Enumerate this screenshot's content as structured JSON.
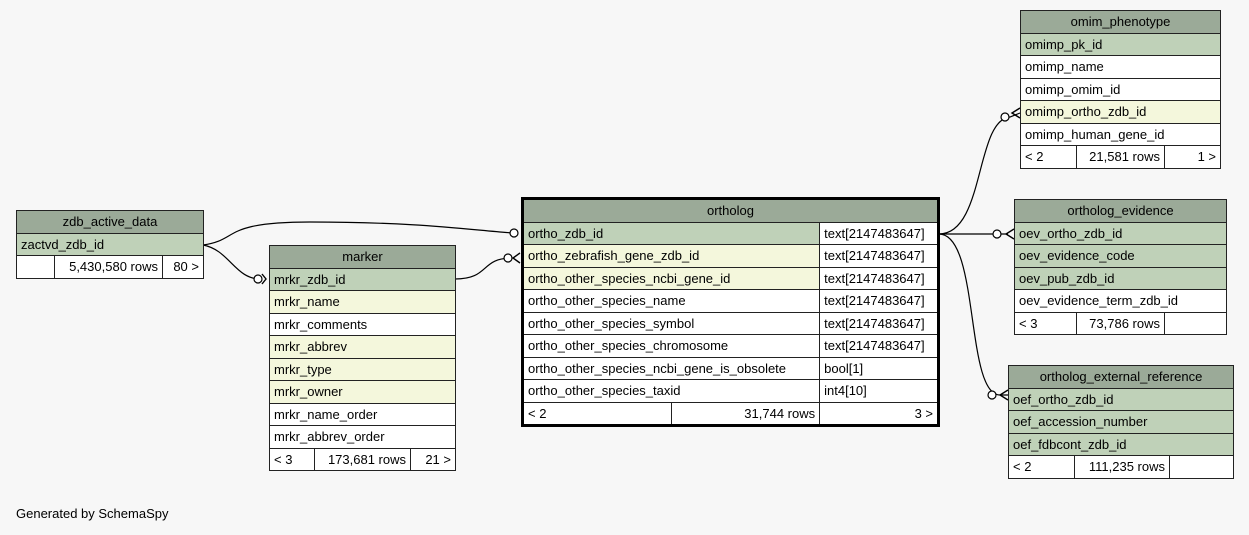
{
  "footer": "Generated by SchemaSpy",
  "colors": {
    "background": "#f7f7f7",
    "header": "#9baa98",
    "primary_key_row": "#bfd1b8",
    "foreign_key_row": "#f4f7dc",
    "plain_row": "#ffffff"
  },
  "tables": {
    "zdb_active_data": {
      "name": "zdb_active_data",
      "columns": [
        {
          "name": "zactvd_zdb_id",
          "kind": "pk"
        }
      ],
      "footer": {
        "parents": "",
        "rows": "5,430,580 rows",
        "children": "80 >"
      }
    },
    "marker": {
      "name": "marker",
      "columns": [
        {
          "name": "mrkr_zdb_id",
          "kind": "pk"
        },
        {
          "name": "mrkr_name",
          "kind": "fk"
        },
        {
          "name": "mrkr_comments",
          "kind": "plain"
        },
        {
          "name": "mrkr_abbrev",
          "kind": "fk"
        },
        {
          "name": "mrkr_type",
          "kind": "fk"
        },
        {
          "name": "mrkr_owner",
          "kind": "fk"
        },
        {
          "name": "mrkr_name_order",
          "kind": "plain"
        },
        {
          "name": "mrkr_abbrev_order",
          "kind": "plain"
        }
      ],
      "footer": {
        "parents": "< 3",
        "rows": "173,681 rows",
        "children": "21 >"
      }
    },
    "ortholog": {
      "name": "ortholog",
      "columns": [
        {
          "name": "ortho_zdb_id",
          "type": "text[2147483647]",
          "kind": "pk"
        },
        {
          "name": "ortho_zebrafish_gene_zdb_id",
          "type": "text[2147483647]",
          "kind": "fk"
        },
        {
          "name": "ortho_other_species_ncbi_gene_id",
          "type": "text[2147483647]",
          "kind": "fk"
        },
        {
          "name": "ortho_other_species_name",
          "type": "text[2147483647]",
          "kind": "plain"
        },
        {
          "name": "ortho_other_species_symbol",
          "type": "text[2147483647]",
          "kind": "plain"
        },
        {
          "name": "ortho_other_species_chromosome",
          "type": "text[2147483647]",
          "kind": "plain"
        },
        {
          "name": "ortho_other_species_ncbi_gene_is_obsolete",
          "type": "bool[1]",
          "kind": "plain"
        },
        {
          "name": "ortho_other_species_taxid",
          "type": "int4[10]",
          "kind": "plain"
        }
      ],
      "footer": {
        "parents": "< 2",
        "rows": "31,744 rows",
        "children": "3 >"
      }
    },
    "omim_phenotype": {
      "name": "omim_phenotype",
      "columns": [
        {
          "name": "omimp_pk_id",
          "kind": "pk"
        },
        {
          "name": "omimp_name",
          "kind": "plain"
        },
        {
          "name": "omimp_omim_id",
          "kind": "plain"
        },
        {
          "name": "omimp_ortho_zdb_id",
          "kind": "fk"
        },
        {
          "name": "omimp_human_gene_id",
          "kind": "plain"
        }
      ],
      "footer": {
        "parents": "< 2",
        "rows": "21,581 rows",
        "children": "1 >"
      }
    },
    "ortholog_evidence": {
      "name": "ortholog_evidence",
      "columns": [
        {
          "name": "oev_ortho_zdb_id",
          "kind": "pk"
        },
        {
          "name": "oev_evidence_code",
          "kind": "pk"
        },
        {
          "name": "oev_pub_zdb_id",
          "kind": "pk"
        },
        {
          "name": "oev_evidence_term_zdb_id",
          "kind": "plain"
        }
      ],
      "footer": {
        "parents": "< 3",
        "rows": "73,786 rows",
        "children": ""
      }
    },
    "ortholog_external_reference": {
      "name": "ortholog_external_reference",
      "columns": [
        {
          "name": "oef_ortho_zdb_id",
          "kind": "pk"
        },
        {
          "name": "oef_accession_number",
          "kind": "pk"
        },
        {
          "name": "oef_fdbcont_zdb_id",
          "kind": "pk"
        }
      ],
      "footer": {
        "parents": "< 2",
        "rows": "111,235 rows",
        "children": ""
      }
    }
  }
}
